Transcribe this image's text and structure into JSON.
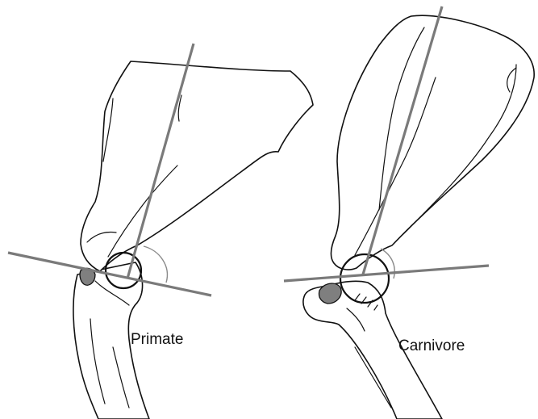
{
  "figure": {
    "panels": [
      {
        "id": "primate",
        "label": "Primate"
      },
      {
        "id": "carnivore",
        "label": "Carnivore"
      }
    ],
    "colors": {
      "bone_outline": "#111111",
      "axis_lines": "#7a7a7a",
      "glenoid_fill": "#7f7f7f",
      "background": "#ffffff"
    }
  }
}
